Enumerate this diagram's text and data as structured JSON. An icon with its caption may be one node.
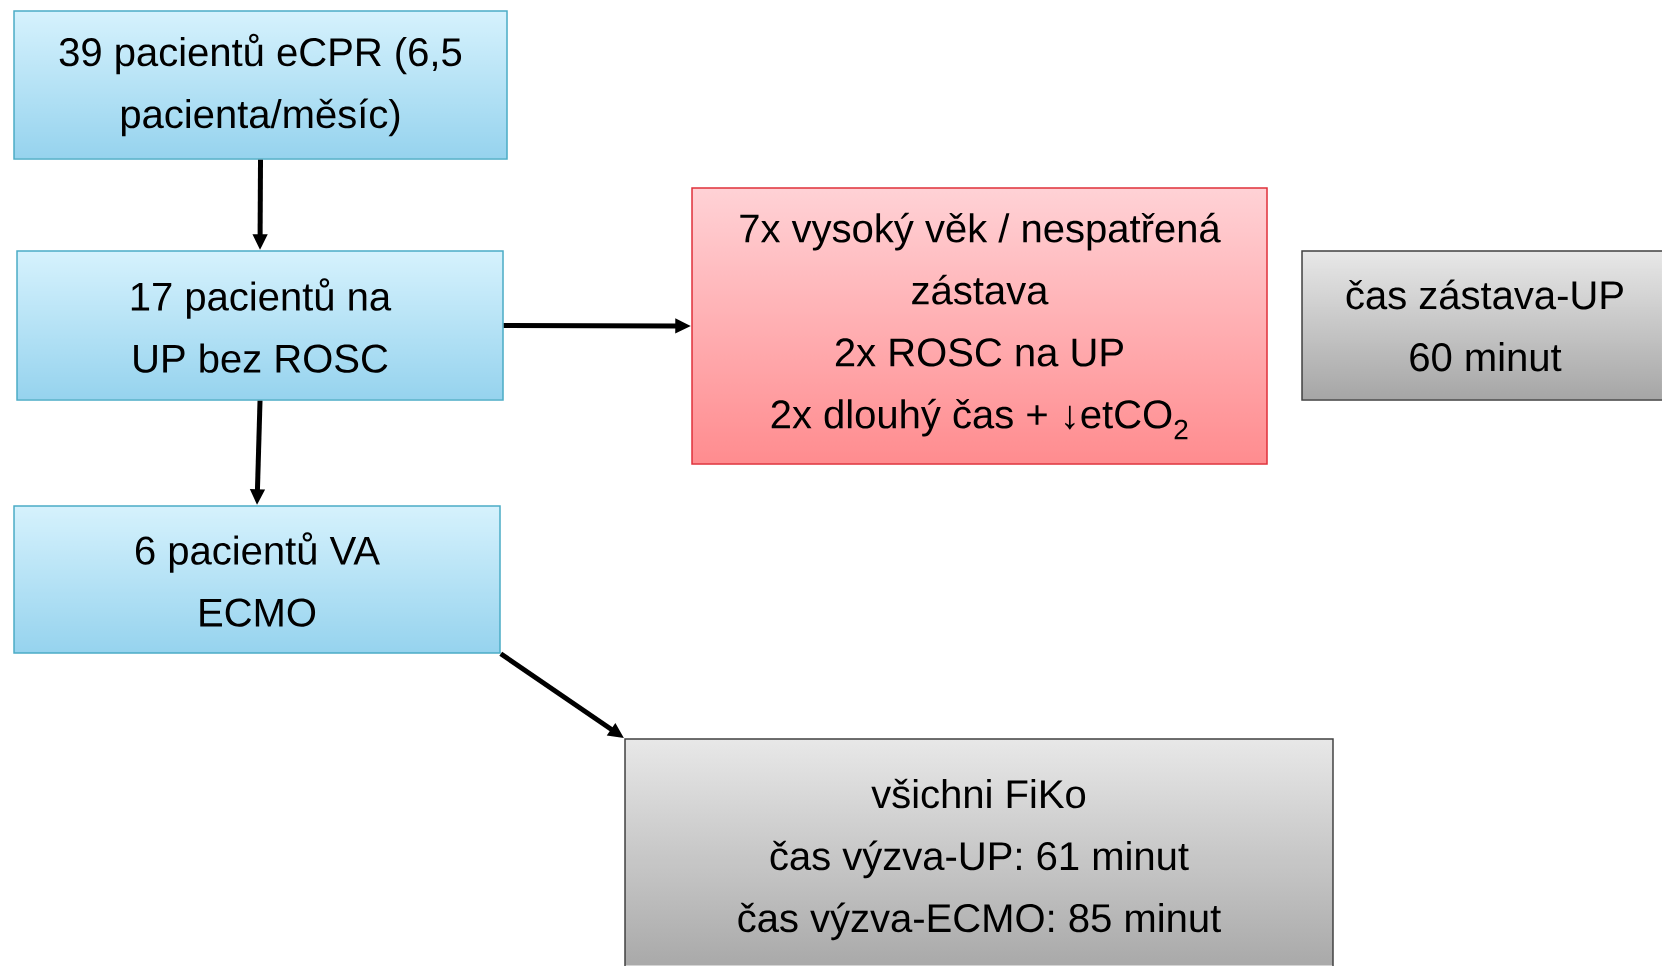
{
  "diagram": {
    "nodes": [
      {
        "text": [
          "39 pacientů eCPR (6,5 pacienta/měsíc)"
        ]
      },
      {
        "text": [
          "17 pacientů na UP bez ROSC"
        ]
      },
      {
        "text": [
          "7x vysoký věk / nespatřená zástava",
          "2x ROSC na UP",
          "2x dlouhý čas + ↓etCO$_{2}$"
        ]
      },
      {
        "text": [
          "čas zástava-UP 60 minut"
        ]
      },
      {
        "text": [
          "6 pacientů VA ECMO"
        ]
      },
      {
        "text": [
          "všichni FiKo",
          "čas výzva-UP: 61 minut",
          "čas výzva-ECMO: 85 minut"
        ]
      }
    ],
    "edges": [
      {
        "from": 0,
        "to": 1,
        "arrow": "to"
      },
      {
        "from": 1,
        "to": 2,
        "arrow": "to"
      },
      {
        "from": 1,
        "to": 4,
        "arrow": "to"
      },
      {
        "from": 4,
        "to": 5,
        "arrow": "to"
      }
    ]
  }
}
